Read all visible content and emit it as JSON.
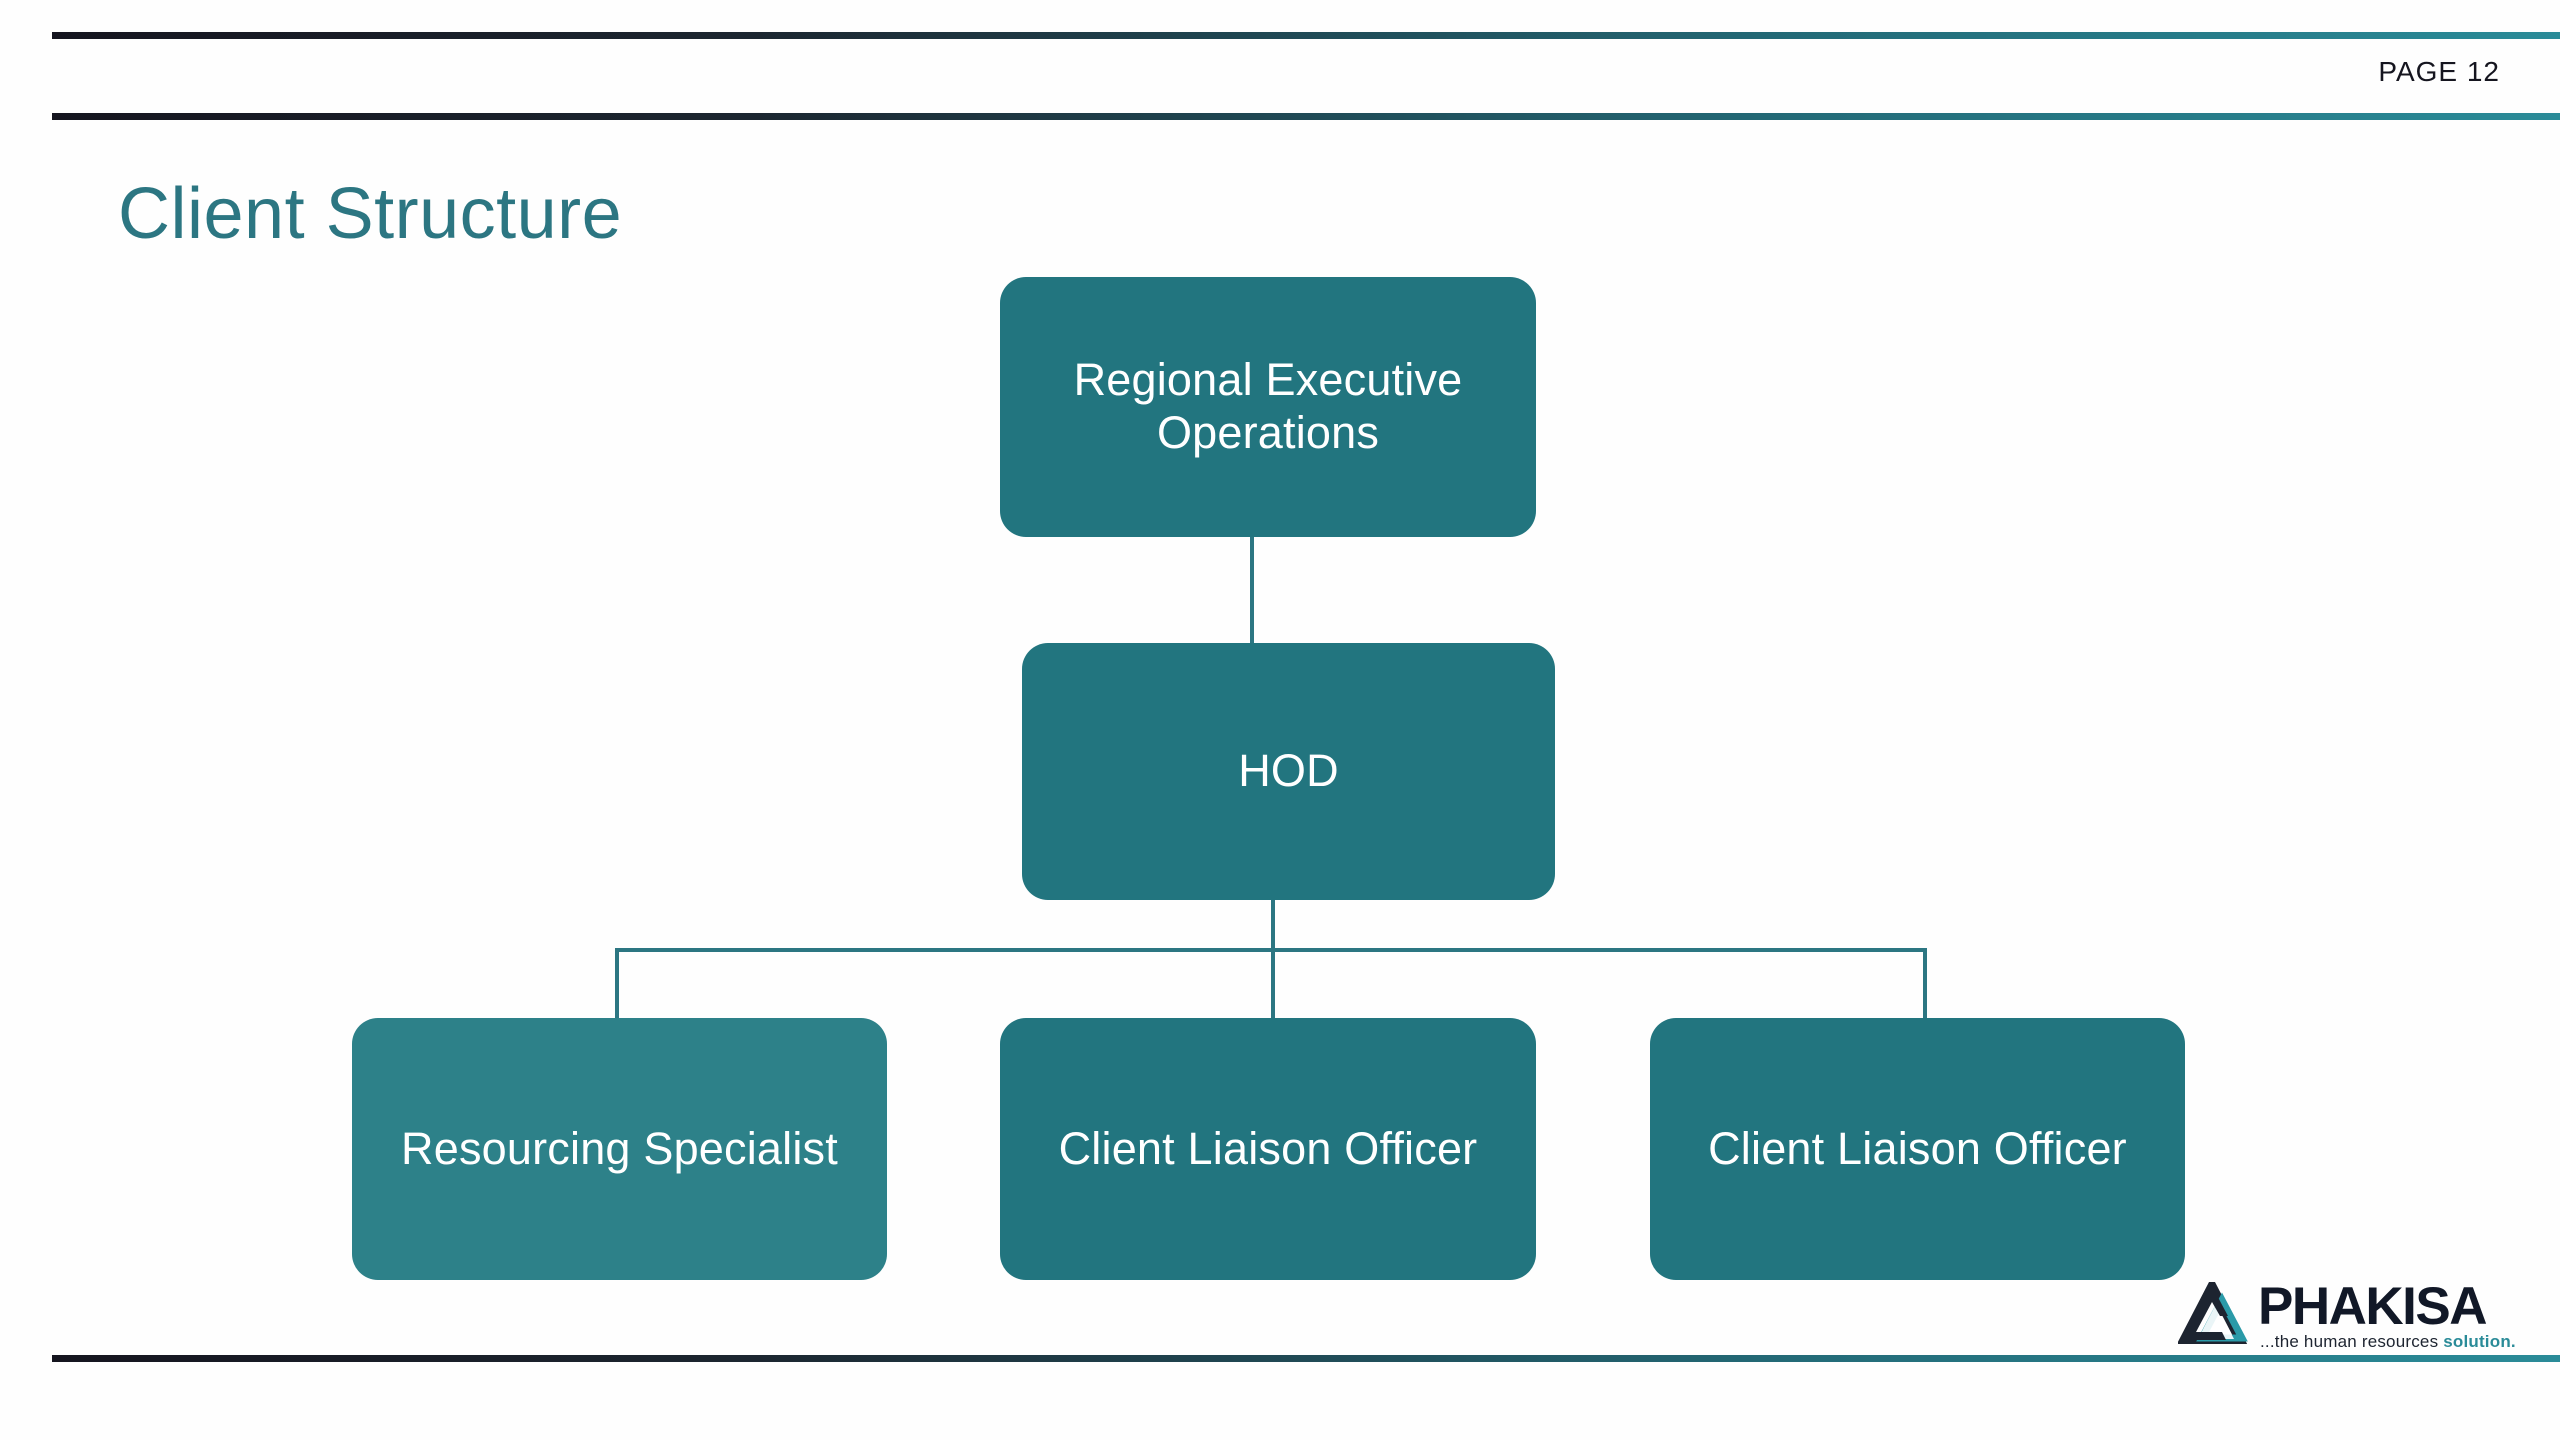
{
  "header": {
    "page_label": "PAGE 12",
    "rule_color_dark": "#15151f",
    "rule_color_teal": "#2a8b98"
  },
  "title": "Client Structure",
  "theme": {
    "title_color": "#2c7682",
    "node_fill": "#22757f",
    "node_fill_light": "#2d8189",
    "node_text": "#ffffff",
    "connector_color": "#2c7682",
    "background": "#ffffff"
  },
  "chart_data": {
    "type": "diagram",
    "title": "Client Structure",
    "orientation": "top-down",
    "nodes": [
      {
        "id": "n1",
        "label": "Regional Executive Operations",
        "level": 0,
        "fill": "#22757f"
      },
      {
        "id": "n2",
        "label": "HOD",
        "level": 1,
        "fill": "#22757f"
      },
      {
        "id": "n3",
        "label": "Resourcing Specialist",
        "level": 2,
        "fill": "#2d8189"
      },
      {
        "id": "n4",
        "label": "Client Liaison Officer",
        "level": 2,
        "fill": "#22757f"
      },
      {
        "id": "n5",
        "label": "Client Liaison Officer",
        "level": 2,
        "fill": "#22757f"
      }
    ],
    "edges": [
      {
        "from": "n1",
        "to": "n2"
      },
      {
        "from": "n2",
        "to": "n3"
      },
      {
        "from": "n2",
        "to": "n4"
      },
      {
        "from": "n2",
        "to": "n5"
      }
    ]
  },
  "logo": {
    "wordmark": "PHAKISA",
    "tagline_prefix": "...the human resources ",
    "tagline_accent": "solution.",
    "mark_dark": "#1d2430",
    "mark_teal": "#2a9aa8"
  }
}
